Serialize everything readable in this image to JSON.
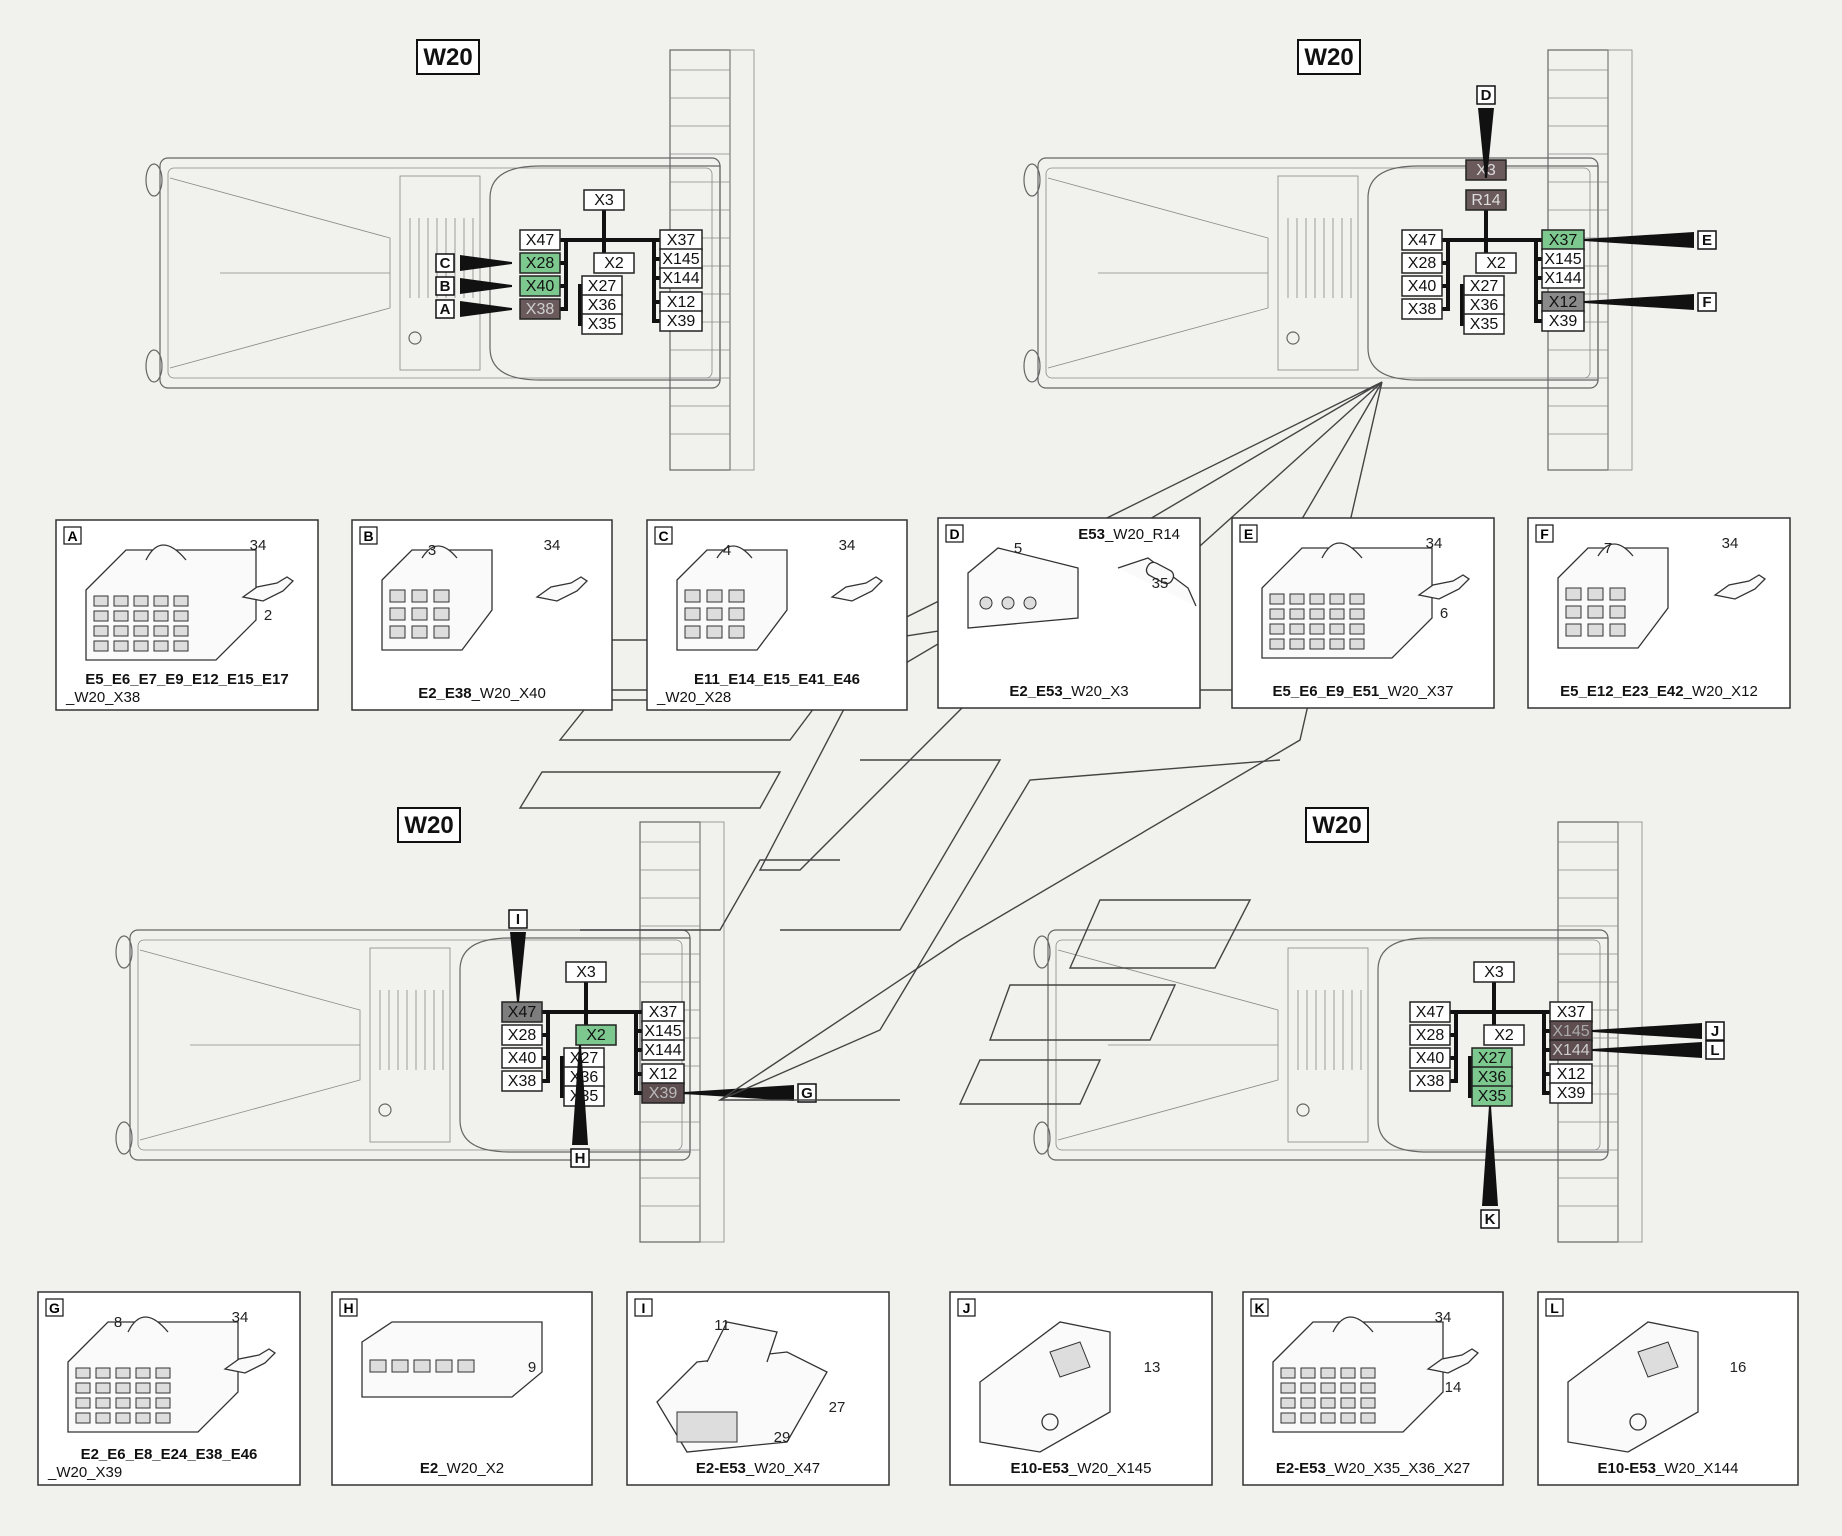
{
  "diagrams": [
    {
      "title": "W20",
      "groups": {
        "left": [
          {
            "label": "X47",
            "fill": "#ffffff",
            "text": "#111111"
          },
          {
            "label": "X28",
            "fill": "#7dc88f",
            "text": "#111111"
          },
          {
            "label": "X40",
            "fill": "#7dc88f",
            "text": "#111111"
          },
          {
            "label": "X38",
            "fill": "#6b5a5c",
            "text": "#cfcfcf"
          }
        ],
        "top": [
          {
            "label": "X3",
            "fill": "#ffffff",
            "text": "#111111"
          }
        ],
        "center": [
          {
            "label": "X2",
            "fill": "#ffffff",
            "text": "#111111"
          },
          {
            "label": "X27",
            "fill": "#ffffff",
            "text": "#111111"
          },
          {
            "label": "X36",
            "fill": "#ffffff",
            "text": "#111111"
          },
          {
            "label": "X35",
            "fill": "#ffffff",
            "text": "#111111"
          }
        ],
        "right": [
          {
            "label": "X37",
            "fill": "#ffffff",
            "text": "#111111"
          },
          {
            "label": "X145",
            "fill": "#ffffff",
            "text": "#111111"
          },
          {
            "label": "X144",
            "fill": "#ffffff",
            "text": "#111111"
          },
          {
            "label": "X12",
            "fill": "#ffffff",
            "text": "#111111"
          },
          {
            "label": "X39",
            "fill": "#ffffff",
            "text": "#111111"
          }
        ]
      },
      "callouts": [
        "C",
        "B",
        "A"
      ]
    },
    {
      "title": "W20",
      "groups": {
        "left": [
          {
            "label": "X47",
            "fill": "#ffffff",
            "text": "#111111"
          },
          {
            "label": "X28",
            "fill": "#ffffff",
            "text": "#111111"
          },
          {
            "label": "X40",
            "fill": "#ffffff",
            "text": "#111111"
          },
          {
            "label": "X38",
            "fill": "#ffffff",
            "text": "#111111"
          }
        ],
        "top": [
          {
            "label": "X3",
            "fill": "#6b5a5c",
            "text": "#dddddd"
          },
          {
            "label": "R14",
            "fill": "#6b5a5c",
            "text": "#dddddd"
          }
        ],
        "center": [
          {
            "label": "X2",
            "fill": "#ffffff",
            "text": "#111111"
          },
          {
            "label": "X27",
            "fill": "#ffffff",
            "text": "#111111"
          },
          {
            "label": "X36",
            "fill": "#ffffff",
            "text": "#111111"
          },
          {
            "label": "X35",
            "fill": "#ffffff",
            "text": "#111111"
          }
        ],
        "right": [
          {
            "label": "X37",
            "fill": "#7dc88f",
            "text": "#111111"
          },
          {
            "label": "X145",
            "fill": "#ffffff",
            "text": "#111111"
          },
          {
            "label": "X144",
            "fill": "#ffffff",
            "text": "#111111"
          },
          {
            "label": "X12",
            "fill": "#8a8a8a",
            "text": "#111111"
          },
          {
            "label": "X39",
            "fill": "#ffffff",
            "text": "#111111"
          }
        ]
      },
      "callouts": [
        "D",
        "E",
        "F"
      ]
    },
    {
      "title": "W20",
      "groups": {
        "left": [
          {
            "label": "X47",
            "fill": "#7d7d7d",
            "text": "#111111"
          },
          {
            "label": "X28",
            "fill": "#ffffff",
            "text": "#111111"
          },
          {
            "label": "X40",
            "fill": "#ffffff",
            "text": "#111111"
          },
          {
            "label": "X38",
            "fill": "#ffffff",
            "text": "#111111"
          }
        ],
        "top": [
          {
            "label": "X3",
            "fill": "#ffffff",
            "text": "#111111"
          }
        ],
        "center": [
          {
            "label": "X2",
            "fill": "#7dc88f",
            "text": "#111111"
          },
          {
            "label": "X27",
            "fill": "#ffffff",
            "text": "#111111"
          },
          {
            "label": "X36",
            "fill": "#ffffff",
            "text": "#111111"
          },
          {
            "label": "X35",
            "fill": "#ffffff",
            "text": "#111111"
          }
        ],
        "right": [
          {
            "label": "X37",
            "fill": "#ffffff",
            "text": "#111111"
          },
          {
            "label": "X145",
            "fill": "#ffffff",
            "text": "#111111"
          },
          {
            "label": "X144",
            "fill": "#ffffff",
            "text": "#111111"
          },
          {
            "label": "X12",
            "fill": "#ffffff",
            "text": "#111111"
          },
          {
            "label": "X39",
            "fill": "#5e4e50",
            "text": "#bbbbbb"
          }
        ]
      },
      "callouts": [
        "I",
        "H",
        "G"
      ]
    },
    {
      "title": "W20",
      "groups": {
        "left": [
          {
            "label": "X47",
            "fill": "#ffffff",
            "text": "#111111"
          },
          {
            "label": "X28",
            "fill": "#ffffff",
            "text": "#111111"
          },
          {
            "label": "X40",
            "fill": "#ffffff",
            "text": "#111111"
          },
          {
            "label": "X38",
            "fill": "#ffffff",
            "text": "#111111"
          }
        ],
        "top": [
          {
            "label": "X3",
            "fill": "#ffffff",
            "text": "#111111"
          }
        ],
        "center": [
          {
            "label": "X2",
            "fill": "#ffffff",
            "text": "#111111"
          },
          {
            "label": "X27",
            "fill": "#7dc88f",
            "text": "#111111"
          },
          {
            "label": "X36",
            "fill": "#7dc88f",
            "text": "#111111"
          },
          {
            "label": "X35",
            "fill": "#7dc88f",
            "text": "#111111"
          }
        ],
        "right": [
          {
            "label": "X37",
            "fill": "#ffffff",
            "text": "#111111"
          },
          {
            "label": "X145",
            "fill": "#5e4e50",
            "text": "#aaaaaa"
          },
          {
            "label": "X144",
            "fill": "#5e4e50",
            "text": "#cccccc"
          },
          {
            "label": "X12",
            "fill": "#ffffff",
            "text": "#111111"
          },
          {
            "label": "X39",
            "fill": "#ffffff",
            "text": "#111111"
          }
        ]
      },
      "callouts": [
        "J",
        "L",
        "K"
      ]
    }
  ],
  "panels": [
    {
      "letter": "A",
      "numbers": [
        "34",
        "2"
      ],
      "part": "connector-large",
      "caption_bold": "E5_E6_E7_E9_E12_E15_E17",
      "caption_rest": "",
      "caption_line2": "_W20_X38"
    },
    {
      "letter": "B",
      "numbers": [
        "3",
        "34"
      ],
      "part": "connector-small",
      "caption_bold": "E2_E38",
      "caption_rest": "_W20_X40",
      "caption_line2": ""
    },
    {
      "letter": "C",
      "numbers": [
        "4",
        "34"
      ],
      "part": "connector-small",
      "caption_bold": "E11_E14_E15_E41_E46",
      "caption_rest": "",
      "caption_line2": "_W20_X28"
    },
    {
      "letter": "D",
      "numbers": [
        "5",
        "35"
      ],
      "part": "resistor",
      "caption_bold": "E2_E53",
      "caption_rest": "_W20_X3",
      "header_bold": "E53",
      "header_rest": "_W20_R14"
    },
    {
      "letter": "E",
      "numbers": [
        "34",
        "6"
      ],
      "part": "connector-large",
      "caption_bold": "E5_E6_E9_E51",
      "caption_rest": "_W20_X37",
      "caption_line2": ""
    },
    {
      "letter": "F",
      "numbers": [
        "7",
        "34"
      ],
      "part": "connector-small",
      "caption_bold": "E5_E12_E23_E42",
      "caption_rest": "_W20_X12",
      "caption_line2": ""
    },
    {
      "letter": "G",
      "numbers": [
        "8",
        "34"
      ],
      "part": "connector-large",
      "caption_bold": "E2_E6_E8_E24_E38_E46",
      "caption_rest": "",
      "caption_line2": "_W20_X39"
    },
    {
      "letter": "H",
      "numbers": [
        "9"
      ],
      "part": "connector-flat",
      "caption_bold": "E2",
      "caption_rest": "_W20_X2",
      "caption_line2": ""
    },
    {
      "letter": "I",
      "numbers": [
        "11",
        "27",
        "29"
      ],
      "part": "connector-complex",
      "caption_bold": "E2-E53",
      "caption_rest": "_W20_X47",
      "caption_line2": ""
    },
    {
      "letter": "J",
      "numbers": [
        "13"
      ],
      "part": "connector-latch",
      "caption_bold": "E10-E53",
      "caption_rest": "_W20_X145",
      "caption_line2": ""
    },
    {
      "letter": "K",
      "numbers": [
        "34",
        "14"
      ],
      "part": "connector-large",
      "caption_bold": "E2-E53",
      "caption_rest": "_W20_X35_X36_X27",
      "caption_line2": ""
    },
    {
      "letter": "L",
      "numbers": [
        "16"
      ],
      "part": "connector-latch",
      "caption_bold": "E10-E53",
      "caption_rest": "_W20_X144",
      "caption_line2": ""
    }
  ],
  "colors": {
    "green": "#7dc88f",
    "brown": "#6b5a5c",
    "gray": "#8a8a8a",
    "background": "#f1f1ed"
  }
}
